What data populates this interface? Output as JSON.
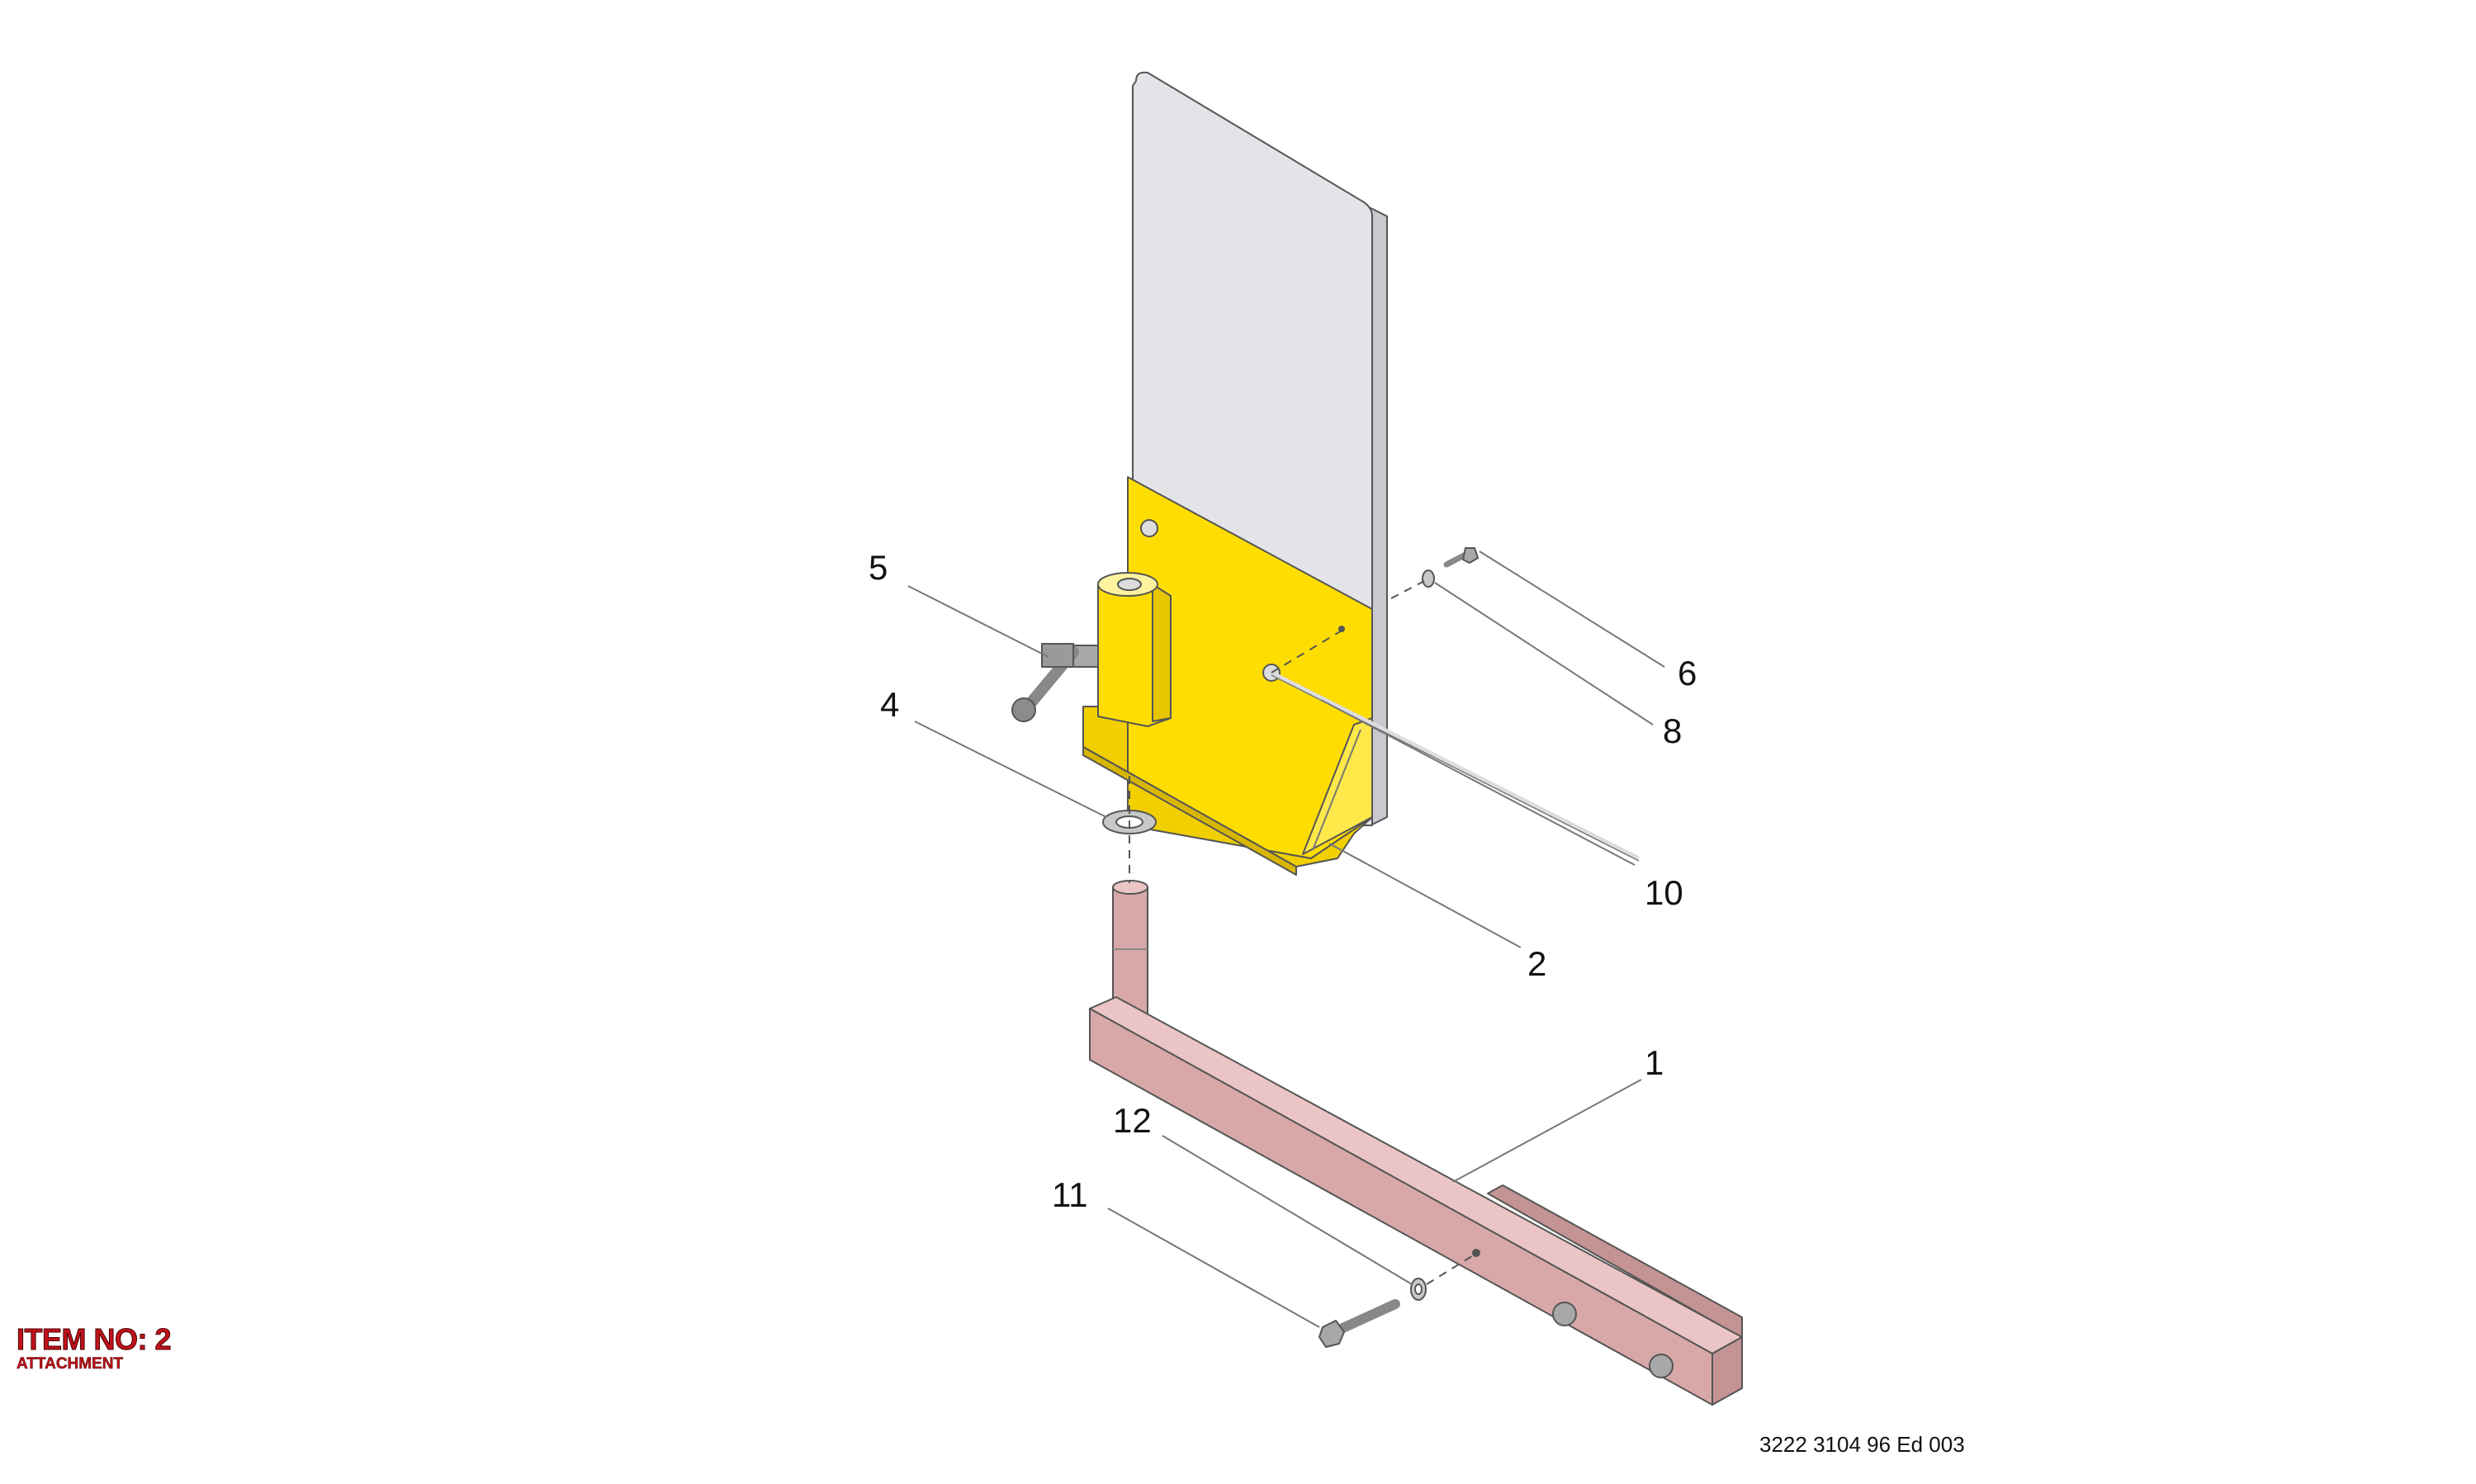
{
  "item": {
    "title": "ITEM NO: 2",
    "subtitle": "ATTACHMENT"
  },
  "document_number": "3222 3104 96 Ed 003",
  "callouts": {
    "c1": "1",
    "c2": "2",
    "c4": "4",
    "c5": "5",
    "c6": "6",
    "c8": "8",
    "c10": "10",
    "c11": "11",
    "c12": "12"
  },
  "colors": {
    "plate": "#e4e4e8",
    "bracket": "#ffdd00",
    "arm": "#d8a8a8",
    "hardware": "#a8a8a8",
    "item_text": "#c0121b"
  }
}
